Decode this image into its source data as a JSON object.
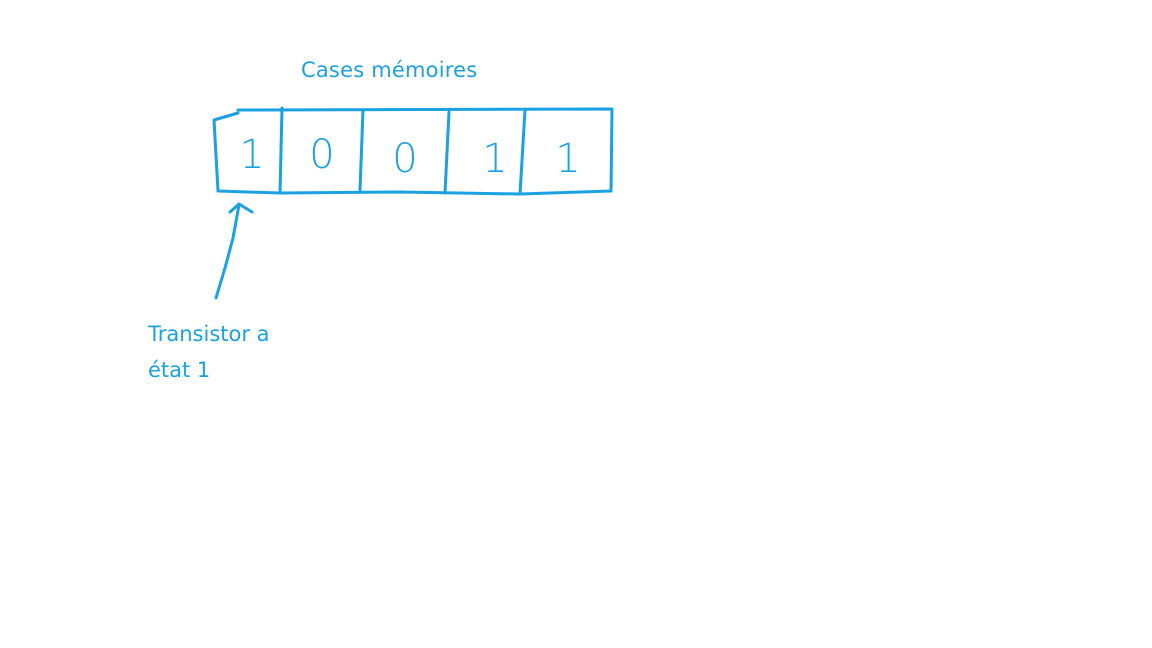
{
  "title": "Cases mémoires",
  "annotation": {
    "line1": "Transistor a",
    "line2": "état 1"
  },
  "cells": [
    "1",
    "0",
    "0",
    "1",
    "1"
  ],
  "ink_color": "#1ba1e2"
}
